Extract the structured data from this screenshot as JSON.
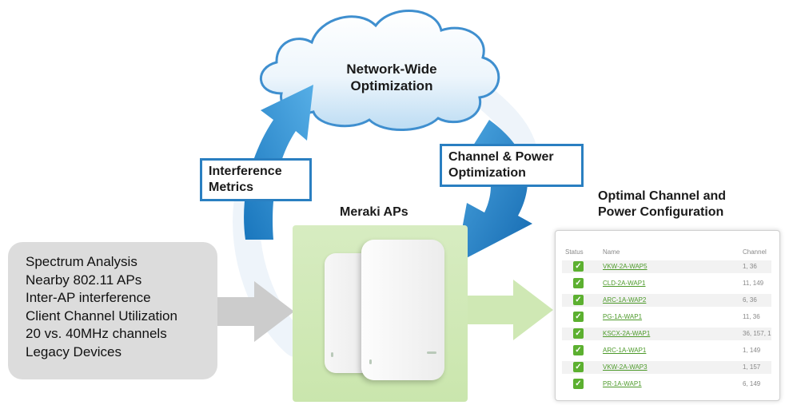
{
  "cloud": {
    "title_line1": "Network-Wide",
    "title_line2": "Optimization"
  },
  "left_arrow_label": {
    "line1": "Interference",
    "line2": "Metrics"
  },
  "right_arrow_label": {
    "line1": "Channel & Power",
    "line2": "Optimization"
  },
  "aps_caption": "Meraki APs",
  "config_caption": {
    "line1": "Optimal Channel and",
    "line2": "Power Configuration"
  },
  "inputs": [
    "Spectrum Analysis",
    "Nearby 802.11 APs",
    "Inter-AP interference",
    "Client Channel Utilization",
    "20 vs. 40MHz channels",
    "Legacy Devices"
  ],
  "table": {
    "headers": {
      "status": "Status",
      "name": "Name",
      "channel": "Channel"
    },
    "rows": [
      {
        "name": "VKW-2A-WAP5",
        "channel": "1, 36"
      },
      {
        "name": "CLD-2A-WAP1",
        "channel": "11, 149"
      },
      {
        "name": "ARC-1A-WAP2",
        "channel": "6, 36"
      },
      {
        "name": "PG-1A-WAP1",
        "channel": "11, 36"
      },
      {
        "name": "KSCX-2A-WAP1",
        "channel": "36, 157, 1"
      },
      {
        "name": "ARC-1A-WAP1",
        "channel": "1, 149"
      },
      {
        "name": "VKW-2A-WAP3",
        "channel": "1, 157"
      },
      {
        "name": "PR-1A-WAP1",
        "channel": "6, 149"
      }
    ]
  },
  "colors": {
    "arrow_blue": "#1f82c8",
    "arrow_blue_light": "#7bc0ee",
    "label_border": "#2a7fc1",
    "green_panel": "#cae6ad",
    "green_arrow": "#cfe8b4",
    "gray_arrow": "#cccccc",
    "gray_box": "#dcdcdc",
    "link_green": "#4d9a2a"
  },
  "icons": {
    "status": "check-icon"
  }
}
